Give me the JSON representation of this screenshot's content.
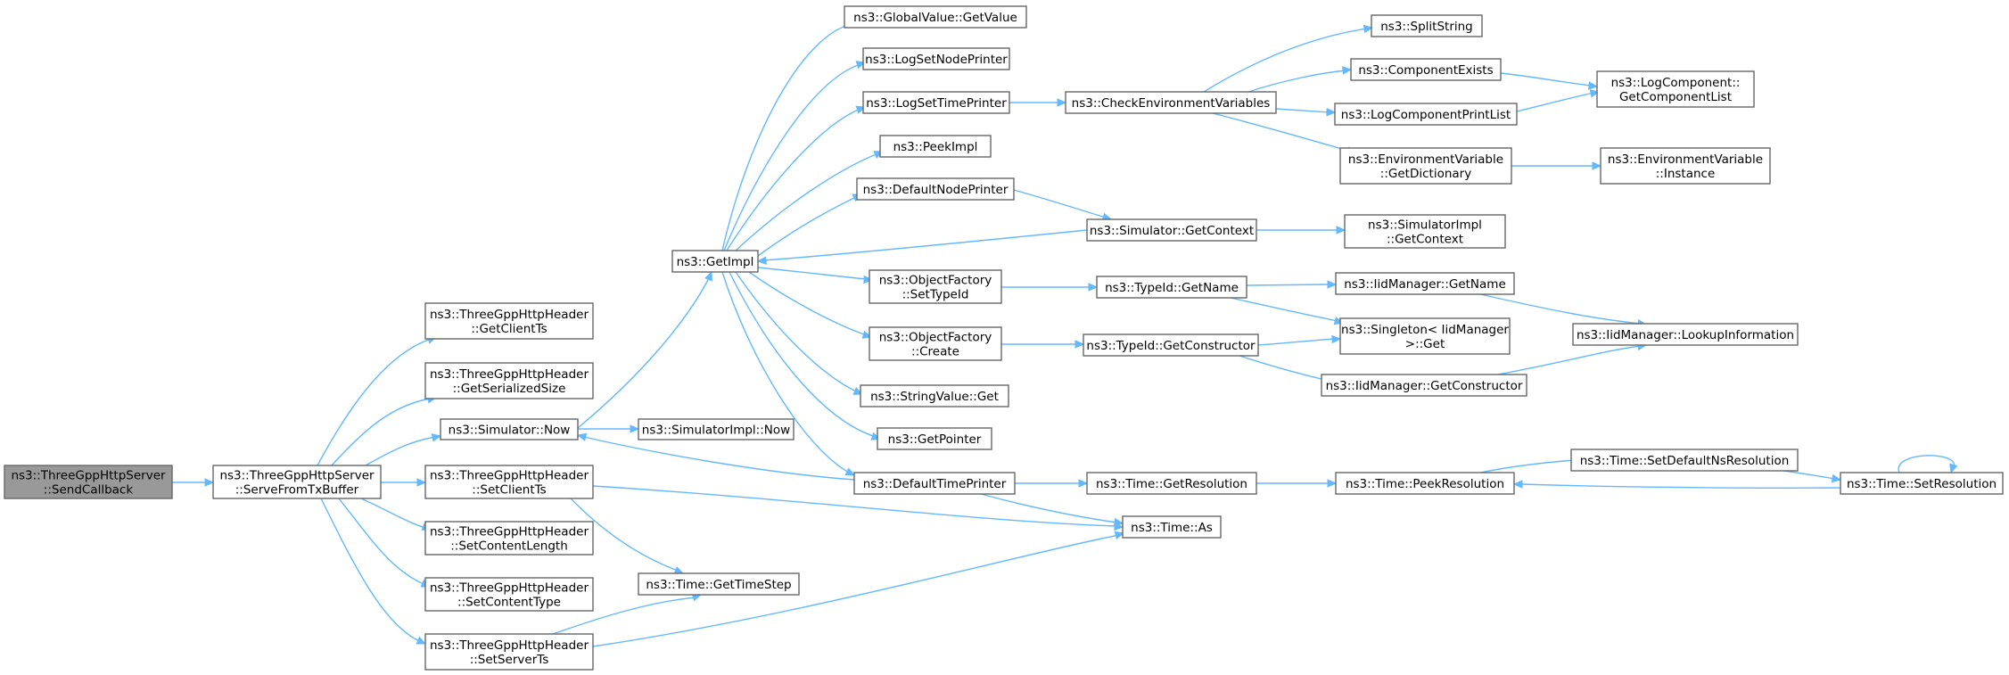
{
  "graph": {
    "accent_color": "#63b8ff",
    "root_fill": "#999999",
    "nodes": {
      "root": [
        "ns3::ThreeGppHttpServer",
        "::SendCallback"
      ],
      "serve": [
        "ns3::ThreeGppHttpServer",
        "::ServeFromTxBuffer"
      ],
      "getClientTs": [
        "ns3::ThreeGppHttpHeader",
        "::GetClientTs"
      ],
      "getSerializedSize": [
        "ns3::ThreeGppHttpHeader",
        "::GetSerializedSize"
      ],
      "simNow": [
        "ns3::Simulator::Now"
      ],
      "setClientTs": [
        "ns3::ThreeGppHttpHeader",
        "::SetClientTs"
      ],
      "setContentLength": [
        "ns3::ThreeGppHttpHeader",
        "::SetContentLength"
      ],
      "setContentType": [
        "ns3::ThreeGppHttpHeader",
        "::SetContentType"
      ],
      "setServerTs": [
        "ns3::ThreeGppHttpHeader",
        "::SetServerTs"
      ],
      "getImpl": [
        "ns3::GetImpl"
      ],
      "simImplNow": [
        "ns3::SimulatorImpl::Now"
      ],
      "getTimeStep": [
        "ns3::Time::GetTimeStep"
      ],
      "gvGetValue": [
        "ns3::GlobalValue::GetValue"
      ],
      "logSetNodePrinter": [
        "ns3::LogSetNodePrinter"
      ],
      "logSetTimePrinter": [
        "ns3::LogSetTimePrinter"
      ],
      "peekImpl": [
        "ns3::PeekImpl"
      ],
      "defaultNodePrinter": [
        "ns3::DefaultNodePrinter"
      ],
      "ofSetTypeId": [
        "ns3::ObjectFactory",
        "::SetTypeId"
      ],
      "ofCreate": [
        "ns3::ObjectFactory",
        "::Create"
      ],
      "stringValueGet": [
        "ns3::StringValue::Get"
      ],
      "getPointer": [
        "ns3::GetPointer"
      ],
      "defaultTimePrinter": [
        "ns3::DefaultTimePrinter"
      ],
      "checkEnv": [
        "ns3::CheckEnvironmentVariables"
      ],
      "simGetContext": [
        "ns3::Simulator::GetContext"
      ],
      "typeIdGetName": [
        "ns3::TypeId::GetName"
      ],
      "typeIdGetConstructor": [
        "ns3::TypeId::GetConstructor"
      ],
      "timeGetResolution": [
        "ns3::Time::GetResolution"
      ],
      "timeAs": [
        "ns3::Time::As"
      ],
      "splitString": [
        "ns3::SplitString"
      ],
      "componentExists": [
        "ns3::ComponentExists"
      ],
      "logComponentPrintList": [
        "ns3::LogComponentPrintList"
      ],
      "envGetDictionary": [
        "ns3::EnvironmentVariable",
        "::GetDictionary"
      ],
      "simImplGetContext": [
        "ns3::SimulatorImpl",
        "::GetContext"
      ],
      "iidGetName": [
        "ns3::IidManager::GetName"
      ],
      "singletonGet": [
        "ns3::Singleton< IidManager",
        ">::Get"
      ],
      "iidGetConstructor": [
        "ns3::IidManager::GetConstructor"
      ],
      "timePeekResolution": [
        "ns3::Time::PeekResolution"
      ],
      "logCompGetList": [
        "ns3::LogComponent::",
        "GetComponentList"
      ],
      "envInstance": [
        "ns3::EnvironmentVariable",
        "::Instance"
      ],
      "iidLookup": [
        "ns3::IidManager::LookupInformation"
      ],
      "setDefaultNsRes": [
        "ns3::Time::SetDefaultNsResolution"
      ],
      "setResolution": [
        "ns3::Time::SetResolution"
      ]
    }
  }
}
